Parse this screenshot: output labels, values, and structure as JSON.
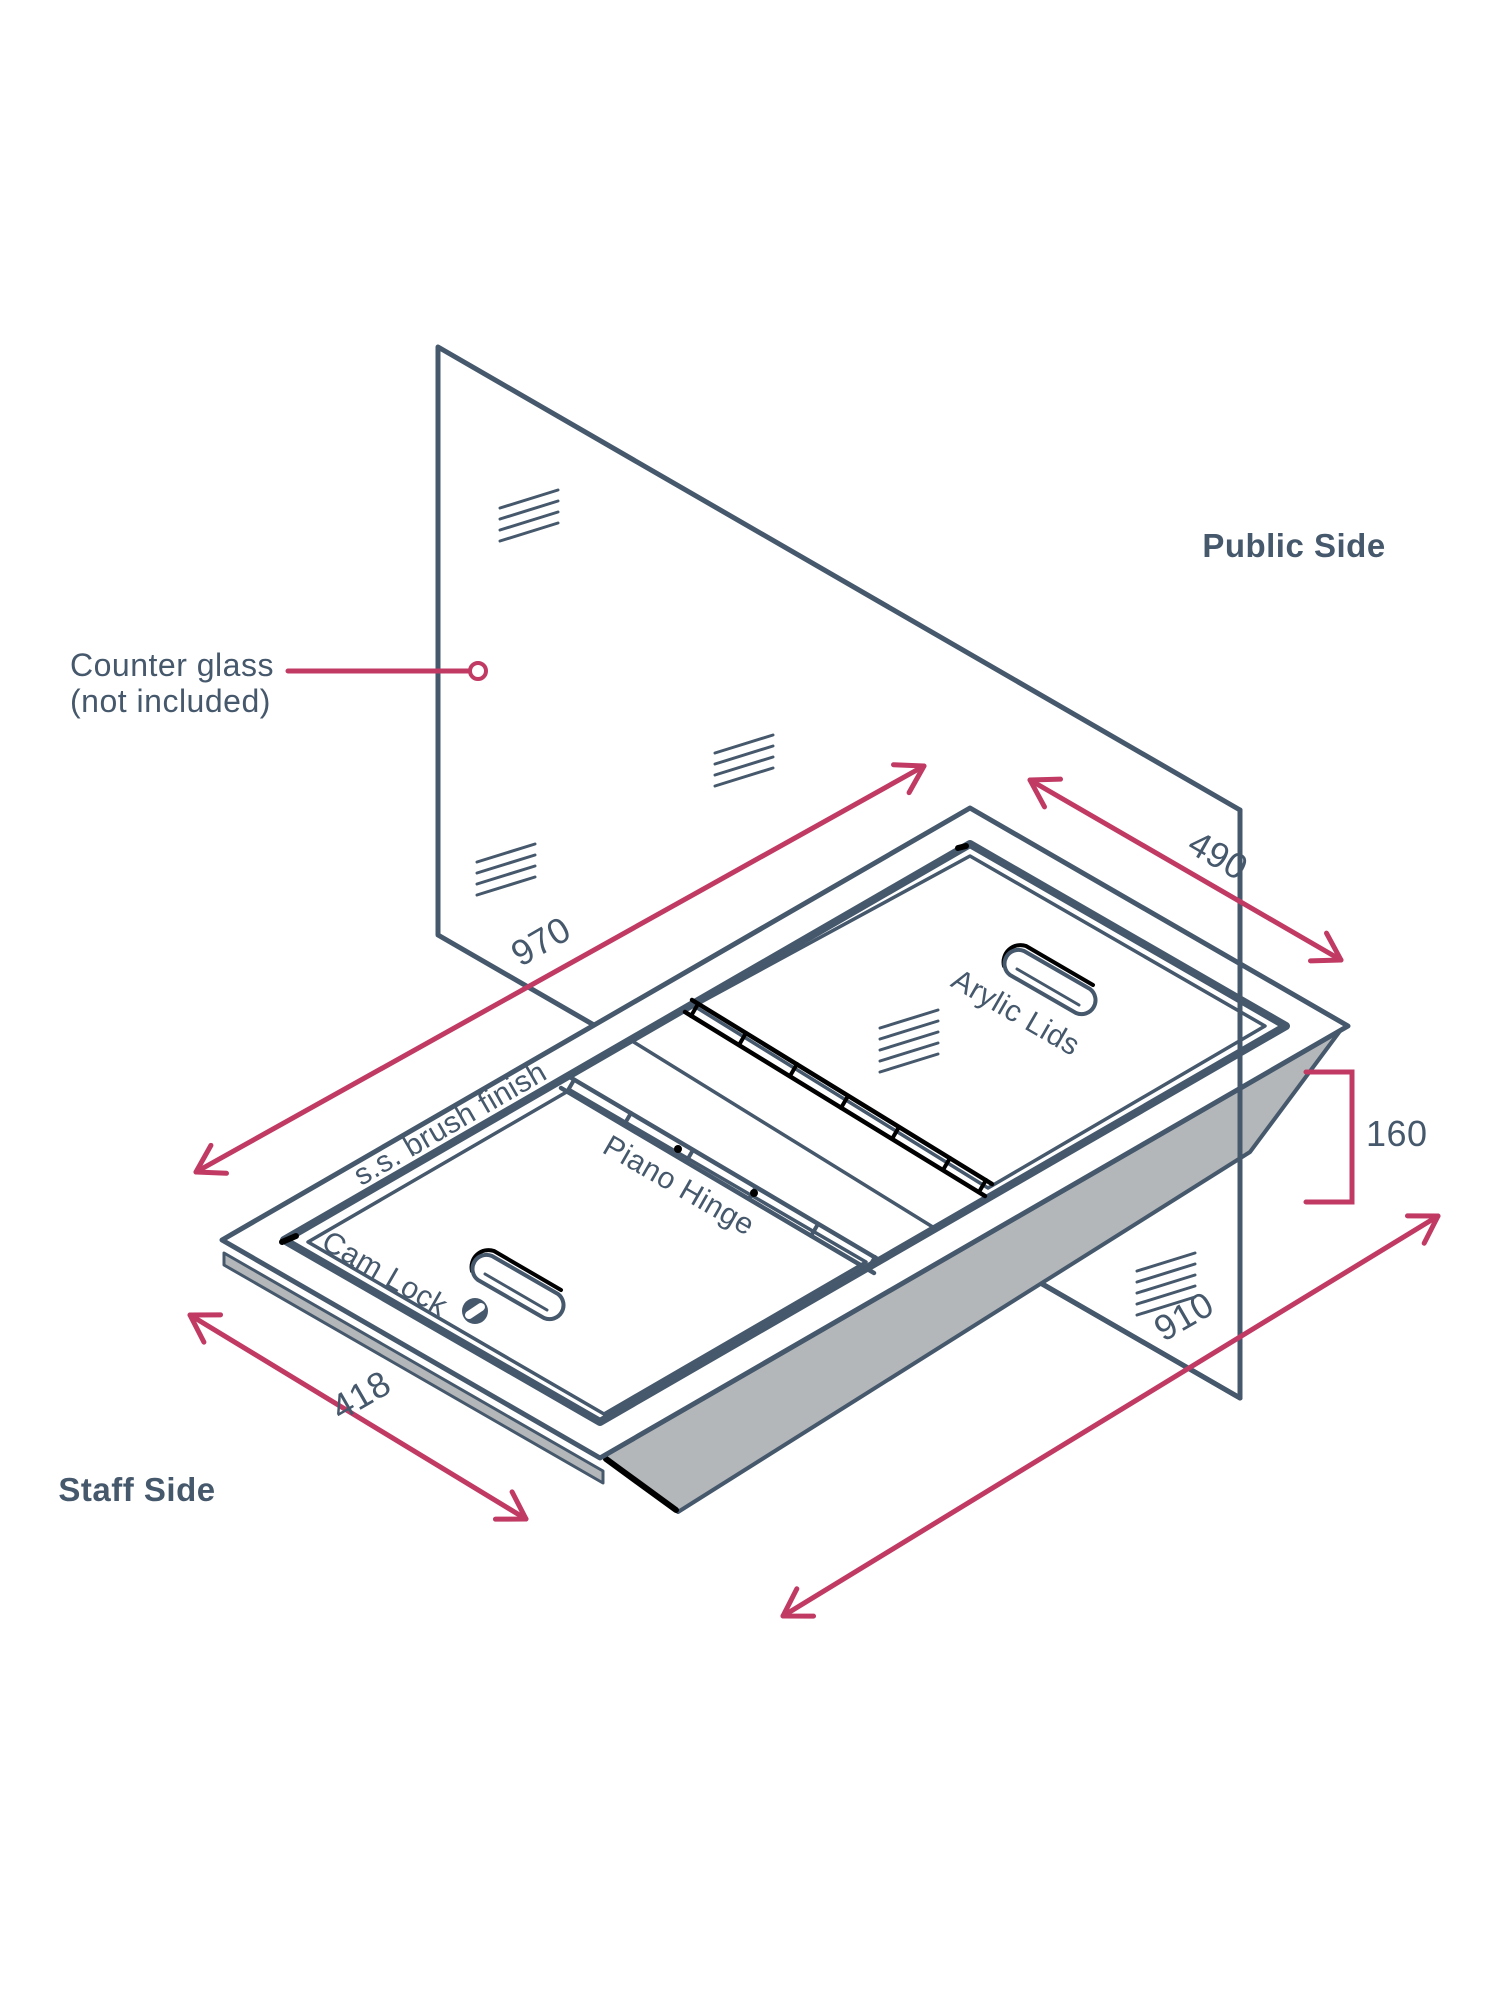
{
  "labels": {
    "public_side": "Public Side",
    "staff_side": "Staff Side",
    "counter_glass_line1": "Counter glass",
    "counter_glass_line2": "(not included)",
    "ss_brush_finish": "s.s. brush finish",
    "cam_lock": "Cam Lock",
    "piano_hinge": "Piano Hinge",
    "acrylic_lids": "Arylic Lids"
  },
  "dimensions_mm": {
    "counter_width": "970",
    "counter_depth": "490",
    "lid_width": "418",
    "unit_length": "910",
    "unit_depth": "160"
  },
  "colors": {
    "line": "#46586c",
    "accent": "#c03a64",
    "metal_gray": "#b4b7b9",
    "shadow_black": "#000000"
  }
}
